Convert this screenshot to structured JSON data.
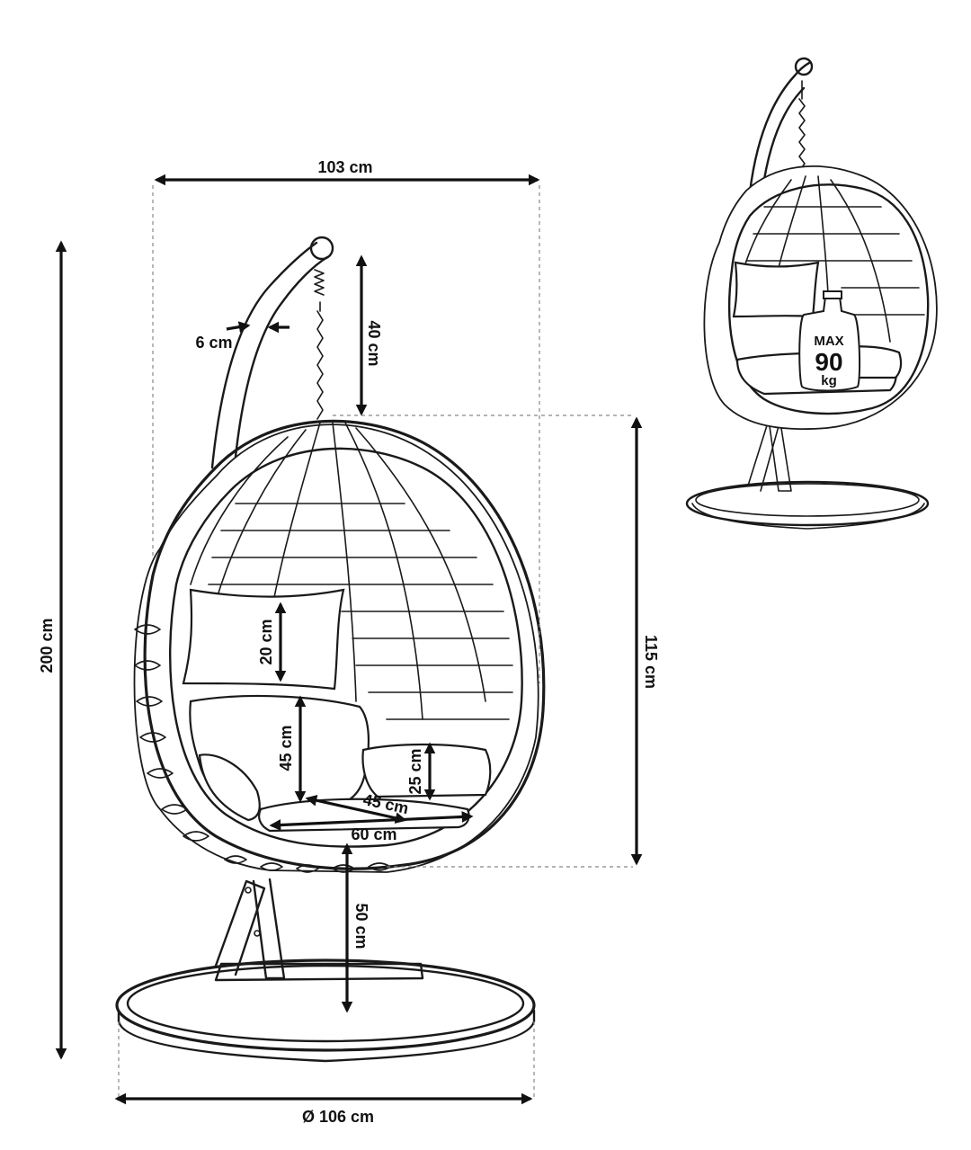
{
  "dimensions": {
    "total_width": "103 cm",
    "total_height": "200 cm",
    "base_diameter": "Ø 106 cm",
    "pole_thickness": "6 cm",
    "chain_length": "40 cm",
    "basket_height": "115 cm",
    "back_cushion_height": "20 cm",
    "seat_backrest_height": "45 cm",
    "side_cushion_height": "25 cm",
    "seat_depth": "45 cm",
    "seat_width": "60 cm",
    "seat_to_base": "50 cm"
  },
  "load_badge": {
    "line1": "MAX",
    "line2": "90",
    "line3": "kg"
  },
  "colors": {
    "ink": "#1a1a1a",
    "guide": "#888888",
    "background": "#ffffff"
  }
}
